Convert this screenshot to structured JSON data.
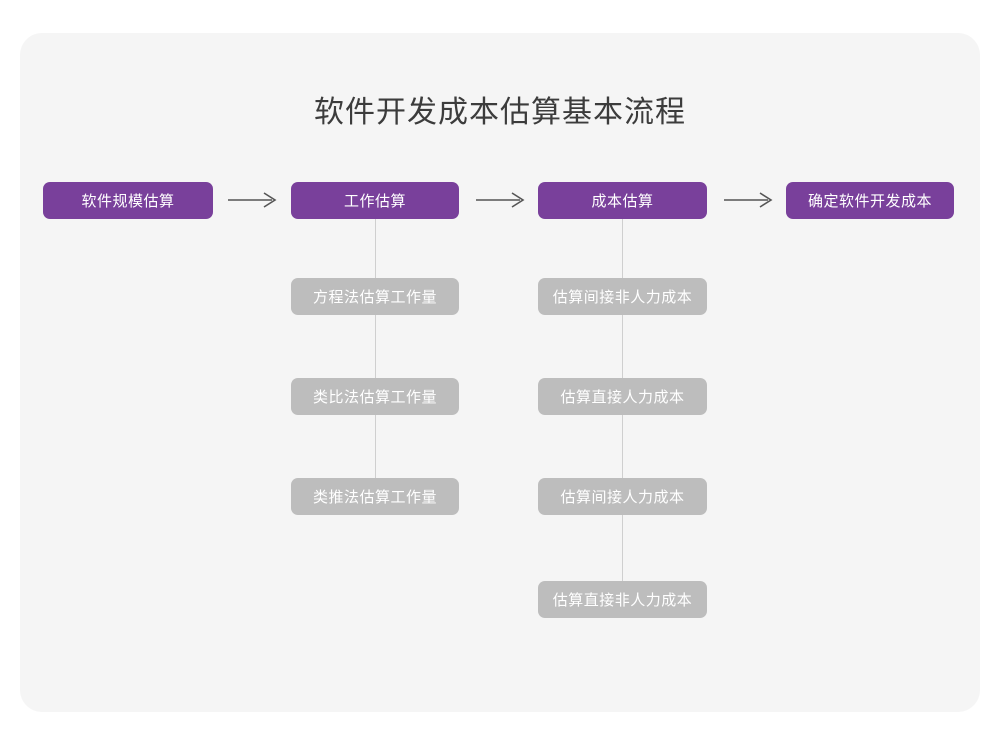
{
  "page": {
    "title": "软件开发成本估算基本流程",
    "background_color": "#ffffff",
    "card_color": "#f5f5f5"
  },
  "colors": {
    "primary": "#79409b",
    "secondary": "#bdbdbd",
    "title_text": "#3c3c3c",
    "node_text": "#ffffff",
    "connector": "#cfcfcf",
    "arrow": "#555555"
  },
  "flow": {
    "main_steps": [
      {
        "label": "软件规模估算",
        "type": "primary"
      },
      {
        "label": "工作估算",
        "type": "primary"
      },
      {
        "label": "成本估算",
        "type": "primary"
      },
      {
        "label": "确定软件开发成本",
        "type": "primary"
      }
    ],
    "arrows": [
      {
        "name": "arrow-1",
        "glyph": "→"
      },
      {
        "name": "arrow-2",
        "glyph": "→"
      },
      {
        "name": "arrow-3",
        "glyph": "→"
      }
    ],
    "branches": [
      {
        "parent": "工作估算",
        "children": [
          {
            "label": "方程法估算工作量",
            "type": "secondary"
          },
          {
            "label": "类比法估算工作量",
            "type": "secondary"
          },
          {
            "label": "类推法估算工作量",
            "type": "secondary"
          }
        ]
      },
      {
        "parent": "成本估算",
        "children": [
          {
            "label": "估算间接非人力成本",
            "type": "secondary"
          },
          {
            "label": "估算直接人力成本",
            "type": "secondary"
          },
          {
            "label": "估算间接人力成本",
            "type": "secondary"
          },
          {
            "label": "估算直接非人力成本",
            "type": "secondary"
          }
        ]
      }
    ]
  }
}
